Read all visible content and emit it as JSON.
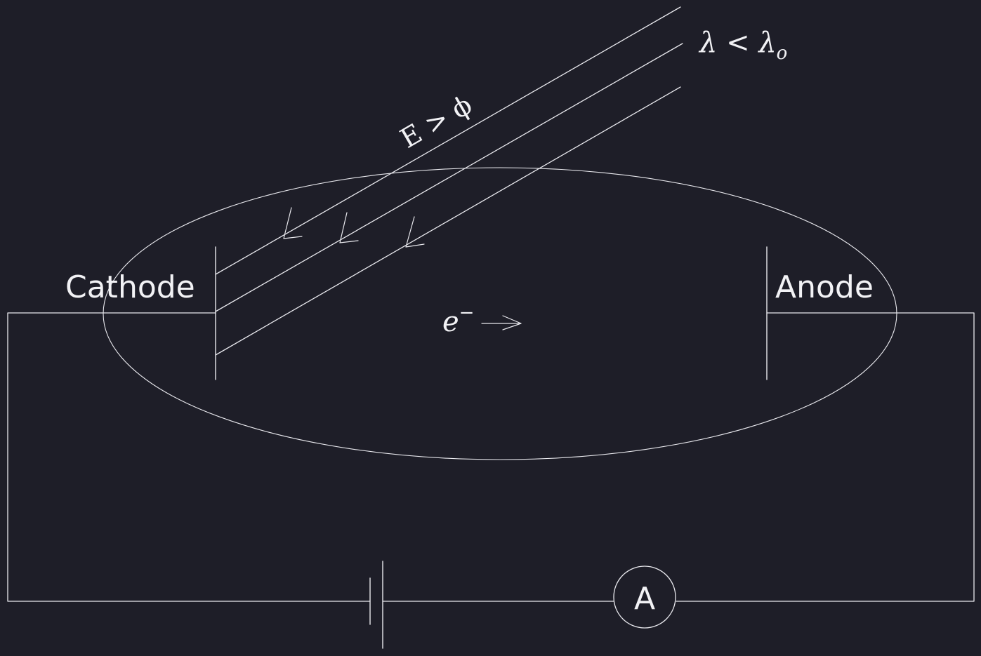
{
  "labels": {
    "cathode": "Cathode",
    "anode": "Anode",
    "energy_condition": "E > ϕ",
    "wavelength_lambda": "λ",
    "wavelength_lt": " < ",
    "wavelength_lambda0": "λ",
    "wavelength_sub": "o",
    "electron": "e",
    "electron_sup": "−",
    "ammeter": "A"
  },
  "colors": {
    "background": "#1e1e28",
    "stroke": "#e9e9ee",
    "text": "#f2f2f5"
  },
  "icons": {
    "photon_ray": "straight-line",
    "electron_arrow": "right-arrow",
    "battery": "battery-cell",
    "ammeter": "circle-with-letter"
  }
}
